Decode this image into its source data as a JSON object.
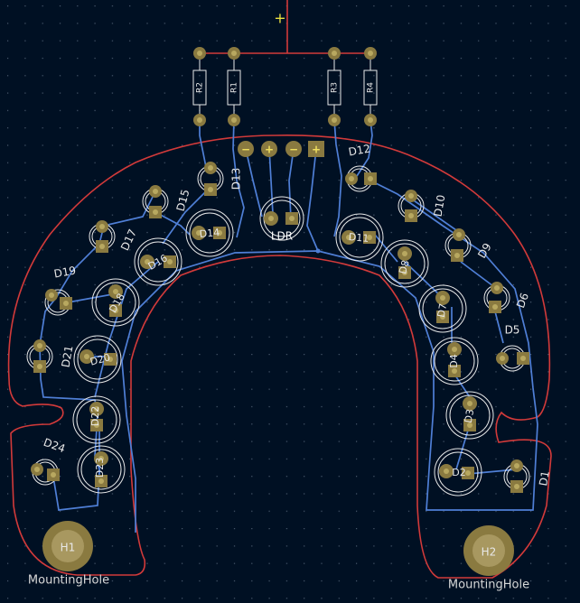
{
  "colors": {
    "background": "#001023",
    "grid": "#4a5a6e",
    "outline": "#d23a3a",
    "trace": "#4f7fd6",
    "pad": "#8a7a40",
    "pad_drill": "#b8a860",
    "silk": "#e8e8e8",
    "label": "#d8d8d8",
    "cursor": "#e8e040"
  },
  "designators": {
    "resistors": [
      "R2",
      "R1",
      "R3",
      "R4"
    ],
    "leds": {
      "D1": "D1",
      "D2": "D2",
      "D3": "D3",
      "D4": "D4",
      "D5": "D5",
      "D6": "D6",
      "D7": "D7",
      "D8": "D8",
      "D9": "D9",
      "D10": "D10",
      "D11": "D11",
      "D12": "D12",
      "D13": "D13",
      "D14": "D14",
      "D15": "D15",
      "D16": "D16",
      "D17": "D17",
      "D18": "D18",
      "D19": "D19",
      "D20": "D20",
      "D21": "D21",
      "D22": "D22",
      "D23": "D23",
      "D24": "D24"
    },
    "ldr": "LDR",
    "holes": [
      "H1",
      "H2"
    ],
    "mounting_hole": "MountingHole",
    "connector_pins": [
      "−",
      "+",
      "−",
      "+"
    ],
    "cursor": "+"
  }
}
